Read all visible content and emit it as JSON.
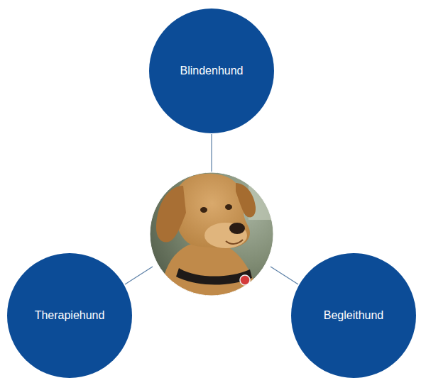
{
  "diagram": {
    "nodes": [
      {
        "text": [
          "Blindenhund"
        ]
      },
      {
        "text": [
          "Therapiehund"
        ]
      },
      {
        "text": [
          "Begleithund"
        ]
      }
    ]
  }
}
